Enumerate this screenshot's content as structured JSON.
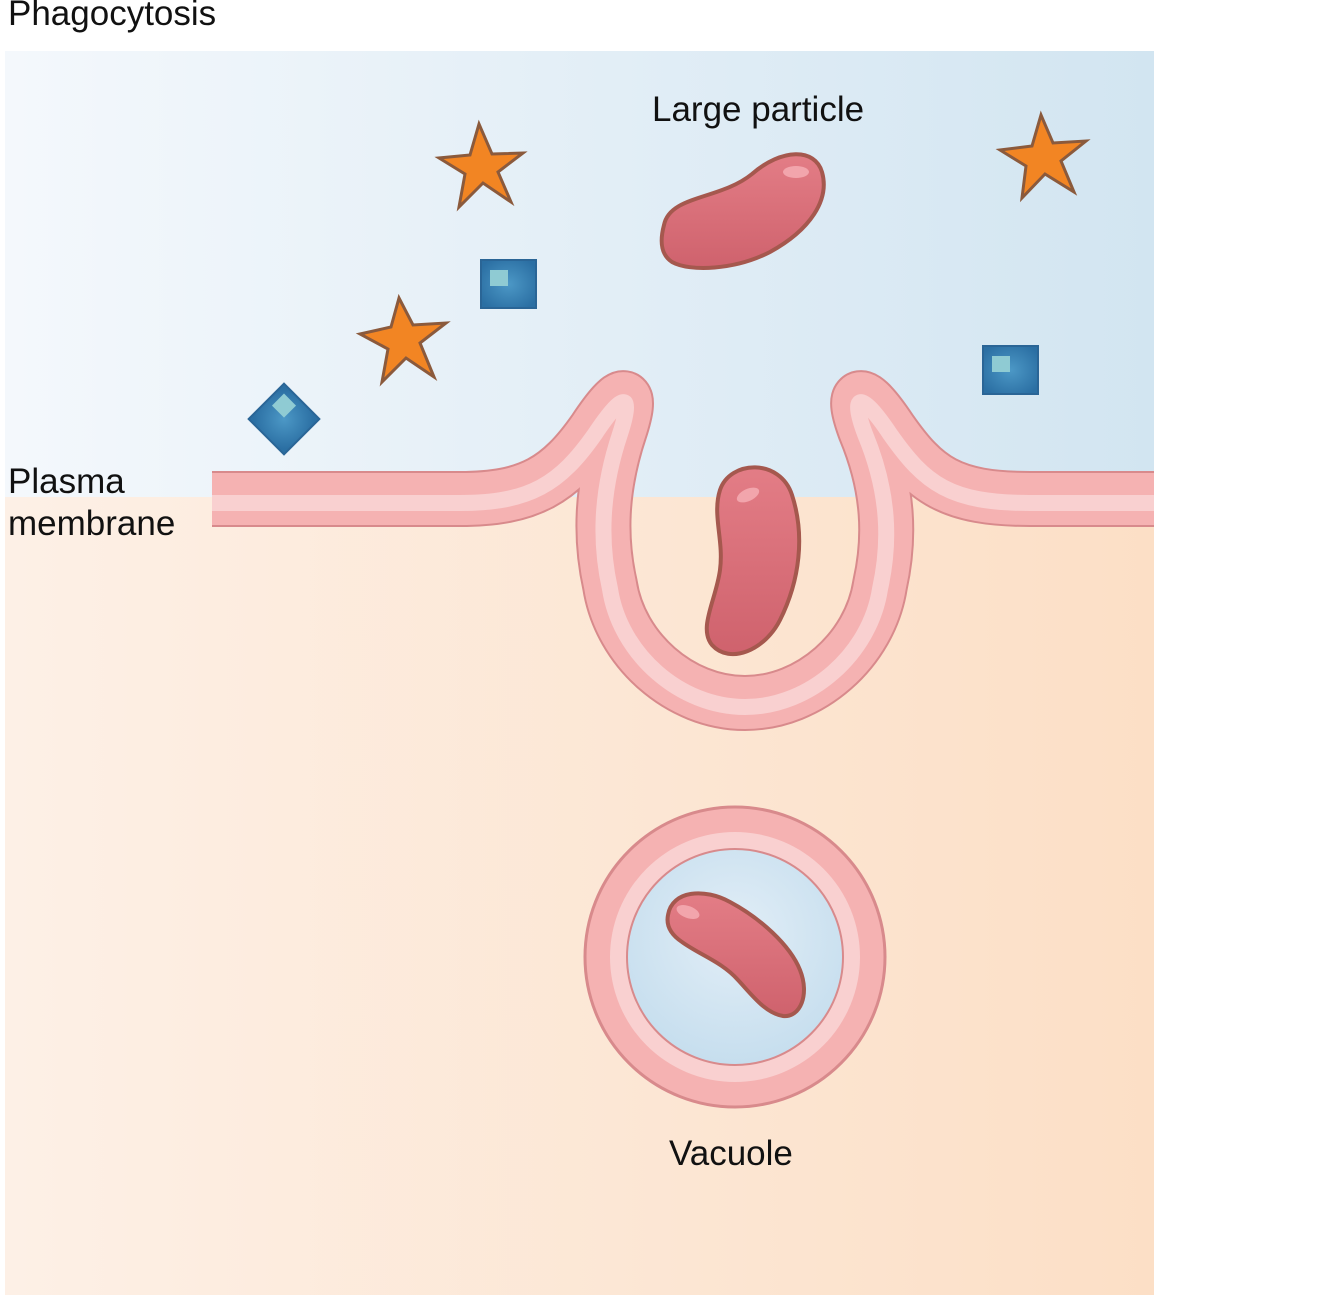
{
  "title": "Phagocytosis",
  "labels": {
    "large_particle": "Large particle",
    "plasma_membrane_line1": "Plasma",
    "plasma_membrane_line2": "membrane",
    "vacuole": "Vacuole"
  },
  "colors": {
    "extracellular_light": "#f4f8fc",
    "extracellular_dark": "#d2e5f1",
    "cytoplasm_light": "#fdf0e6",
    "cytoplasm_dark": "#fcdfc6",
    "membrane_outer": "#f4aeae",
    "membrane_inner": "#f9cfcf",
    "membrane_stroke": "#d88a8c",
    "particle_fill": "#d66a74",
    "particle_stroke": "#a5584e",
    "star_fill": "#f28523",
    "star_stroke": "#8b5a3c",
    "square_fill": "#2e79ae",
    "square_highlight": "#8fcbd3",
    "vacuole_lumen": "#c9e0ef"
  },
  "icons": [
    "star-icon",
    "square-molecule-icon",
    "large-particle-icon"
  ]
}
